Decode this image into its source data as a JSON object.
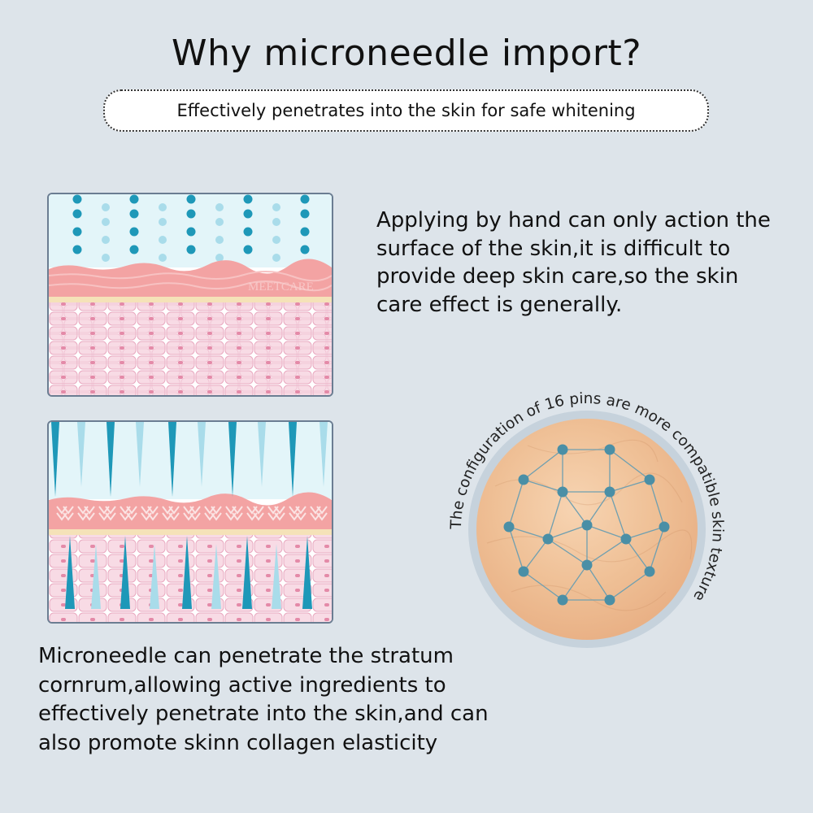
{
  "header": {
    "title": "Why microneedle import?",
    "subtitle": "Effectively penetrates into the skin for safe whitening"
  },
  "panels": {
    "hand": {
      "description": "Applying by hand can only action the surface of the skin,it is difficult to provide deep skin care,so the skin care effect is generally.",
      "watermark": "MEETCARE"
    },
    "microneedle": {
      "description": "Microneedle can penetrate the stratum cornrum,allowing active ingredients to effectively penetrate into the skin,and can also promote skinn collagen elasticity"
    }
  },
  "pins_badge": {
    "arc_text": "The configuration of 16 pins are more compatible skin texture",
    "pin_count": 16
  },
  "colors": {
    "background": "#dde4ea",
    "dot_dark": "#1e98b8",
    "dot_light": "#a9dcea",
    "epidermis": "#f3a3a3",
    "skin_cells": "#f6d2de",
    "pin_dot": "#4a8fa6",
    "skin_patch": "#f0c49e"
  }
}
